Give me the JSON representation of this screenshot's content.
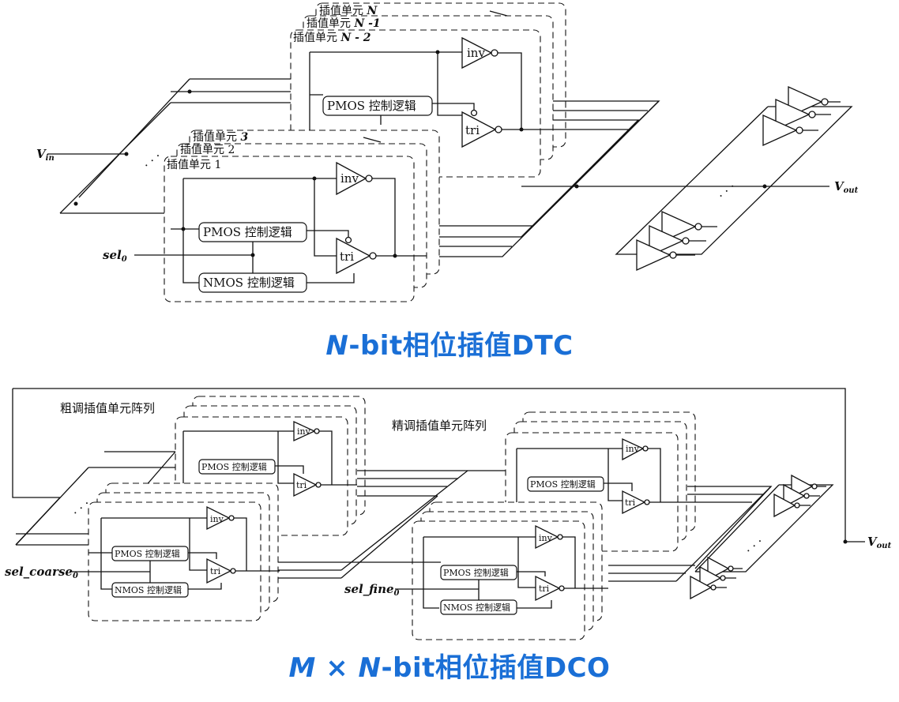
{
  "dtc": {
    "title_var": "N",
    "title_rest": "-bit相位插值DTC",
    "cell_front_label": "插值单元",
    "cell_front_index": "1",
    "cell_2_label": "插值单元",
    "cell_2_index": "2",
    "cell_3_label": "插值单元",
    "cell_3_index": "3",
    "cell_back_label": "插值单元",
    "cell_back_index": "N - 2",
    "cell_n1_label": "插值单元",
    "cell_n1_index": "N -1",
    "cell_n_label": "插值单元",
    "cell_n_index": "N",
    "pmos_label": "PMOS 控制逻辑",
    "nmos_label": "NMOS 控制逻辑",
    "inv_label": "inv",
    "tri_label": "tri",
    "vin_label": "V",
    "vin_sub": "in",
    "vout_label": "V",
    "vout_sub": "out",
    "sel_label": "sel",
    "sel_sub": "0",
    "dots": ". . ."
  },
  "dco": {
    "title_m": "M",
    "title_times": " × ",
    "title_var": "N",
    "title_rest": "-bit相位插值DCO",
    "coarse_label": "粗调插值单元阵列",
    "fine_label": "精调插值单元阵列",
    "pmos_label": "PMOS 控制逻辑",
    "nmos_label": "NMOS 控制逻辑",
    "inv_label": "inv",
    "tri_label": "tri",
    "sel_coarse_label": "sel_coarse",
    "sel_coarse_sub": "0",
    "sel_fine_label": "sel_fine",
    "sel_fine_sub": "0",
    "vout_label": "V",
    "vout_sub": "out",
    "dots": ". . ."
  },
  "colors": {
    "title": "#1a6fd6",
    "line": "#111111"
  }
}
